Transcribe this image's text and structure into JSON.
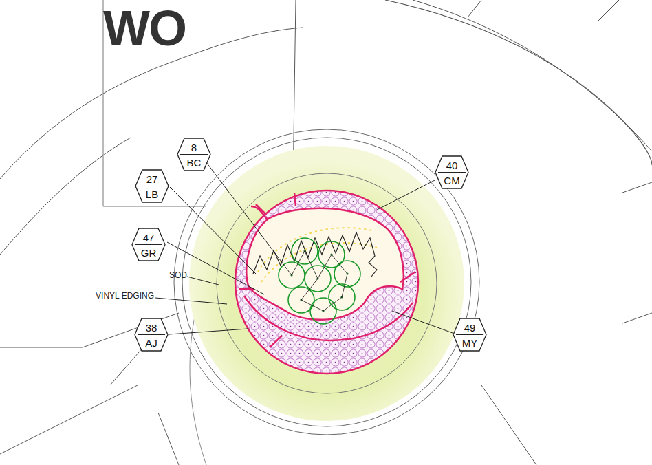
{
  "diagram": {
    "nodes": [
      {
        "text": [
          "8",
          "BC"
        ]
      },
      {
        "text": [
          "40",
          "CM"
        ]
      },
      {
        "text": [
          "27",
          "LB"
        ]
      },
      {
        "text": [
          "47",
          "GR"
        ]
      },
      {
        "text": [
          "38",
          "AJ"
        ]
      },
      {
        "text": [
          "49",
          "MY"
        ]
      }
    ],
    "labels": [
      "WO",
      "SOD",
      "VINYL EDGING"
    ]
  }
}
